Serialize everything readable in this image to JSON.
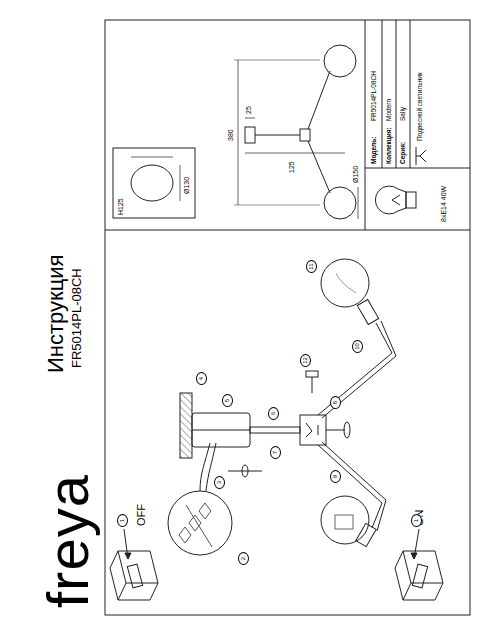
{
  "diagram": {
    "title": "Инструкция",
    "labels": [
      "freya",
      "FR5014PL-08CH",
      "OFF",
      "ON",
      "1",
      "1",
      "2",
      "3",
      "4",
      "5",
      "6",
      "7",
      "8",
      "9",
      "10",
      "11",
      "12",
      "380",
      "125",
      "25",
      "Ø150",
      "Ø130",
      "H125",
      "8xE14 40W",
      "Модель:",
      "FR5014PL-08CH",
      "Коллекция:",
      "Modern",
      "Серия:",
      "Sally",
      "Подвесной светильник"
    ]
  }
}
